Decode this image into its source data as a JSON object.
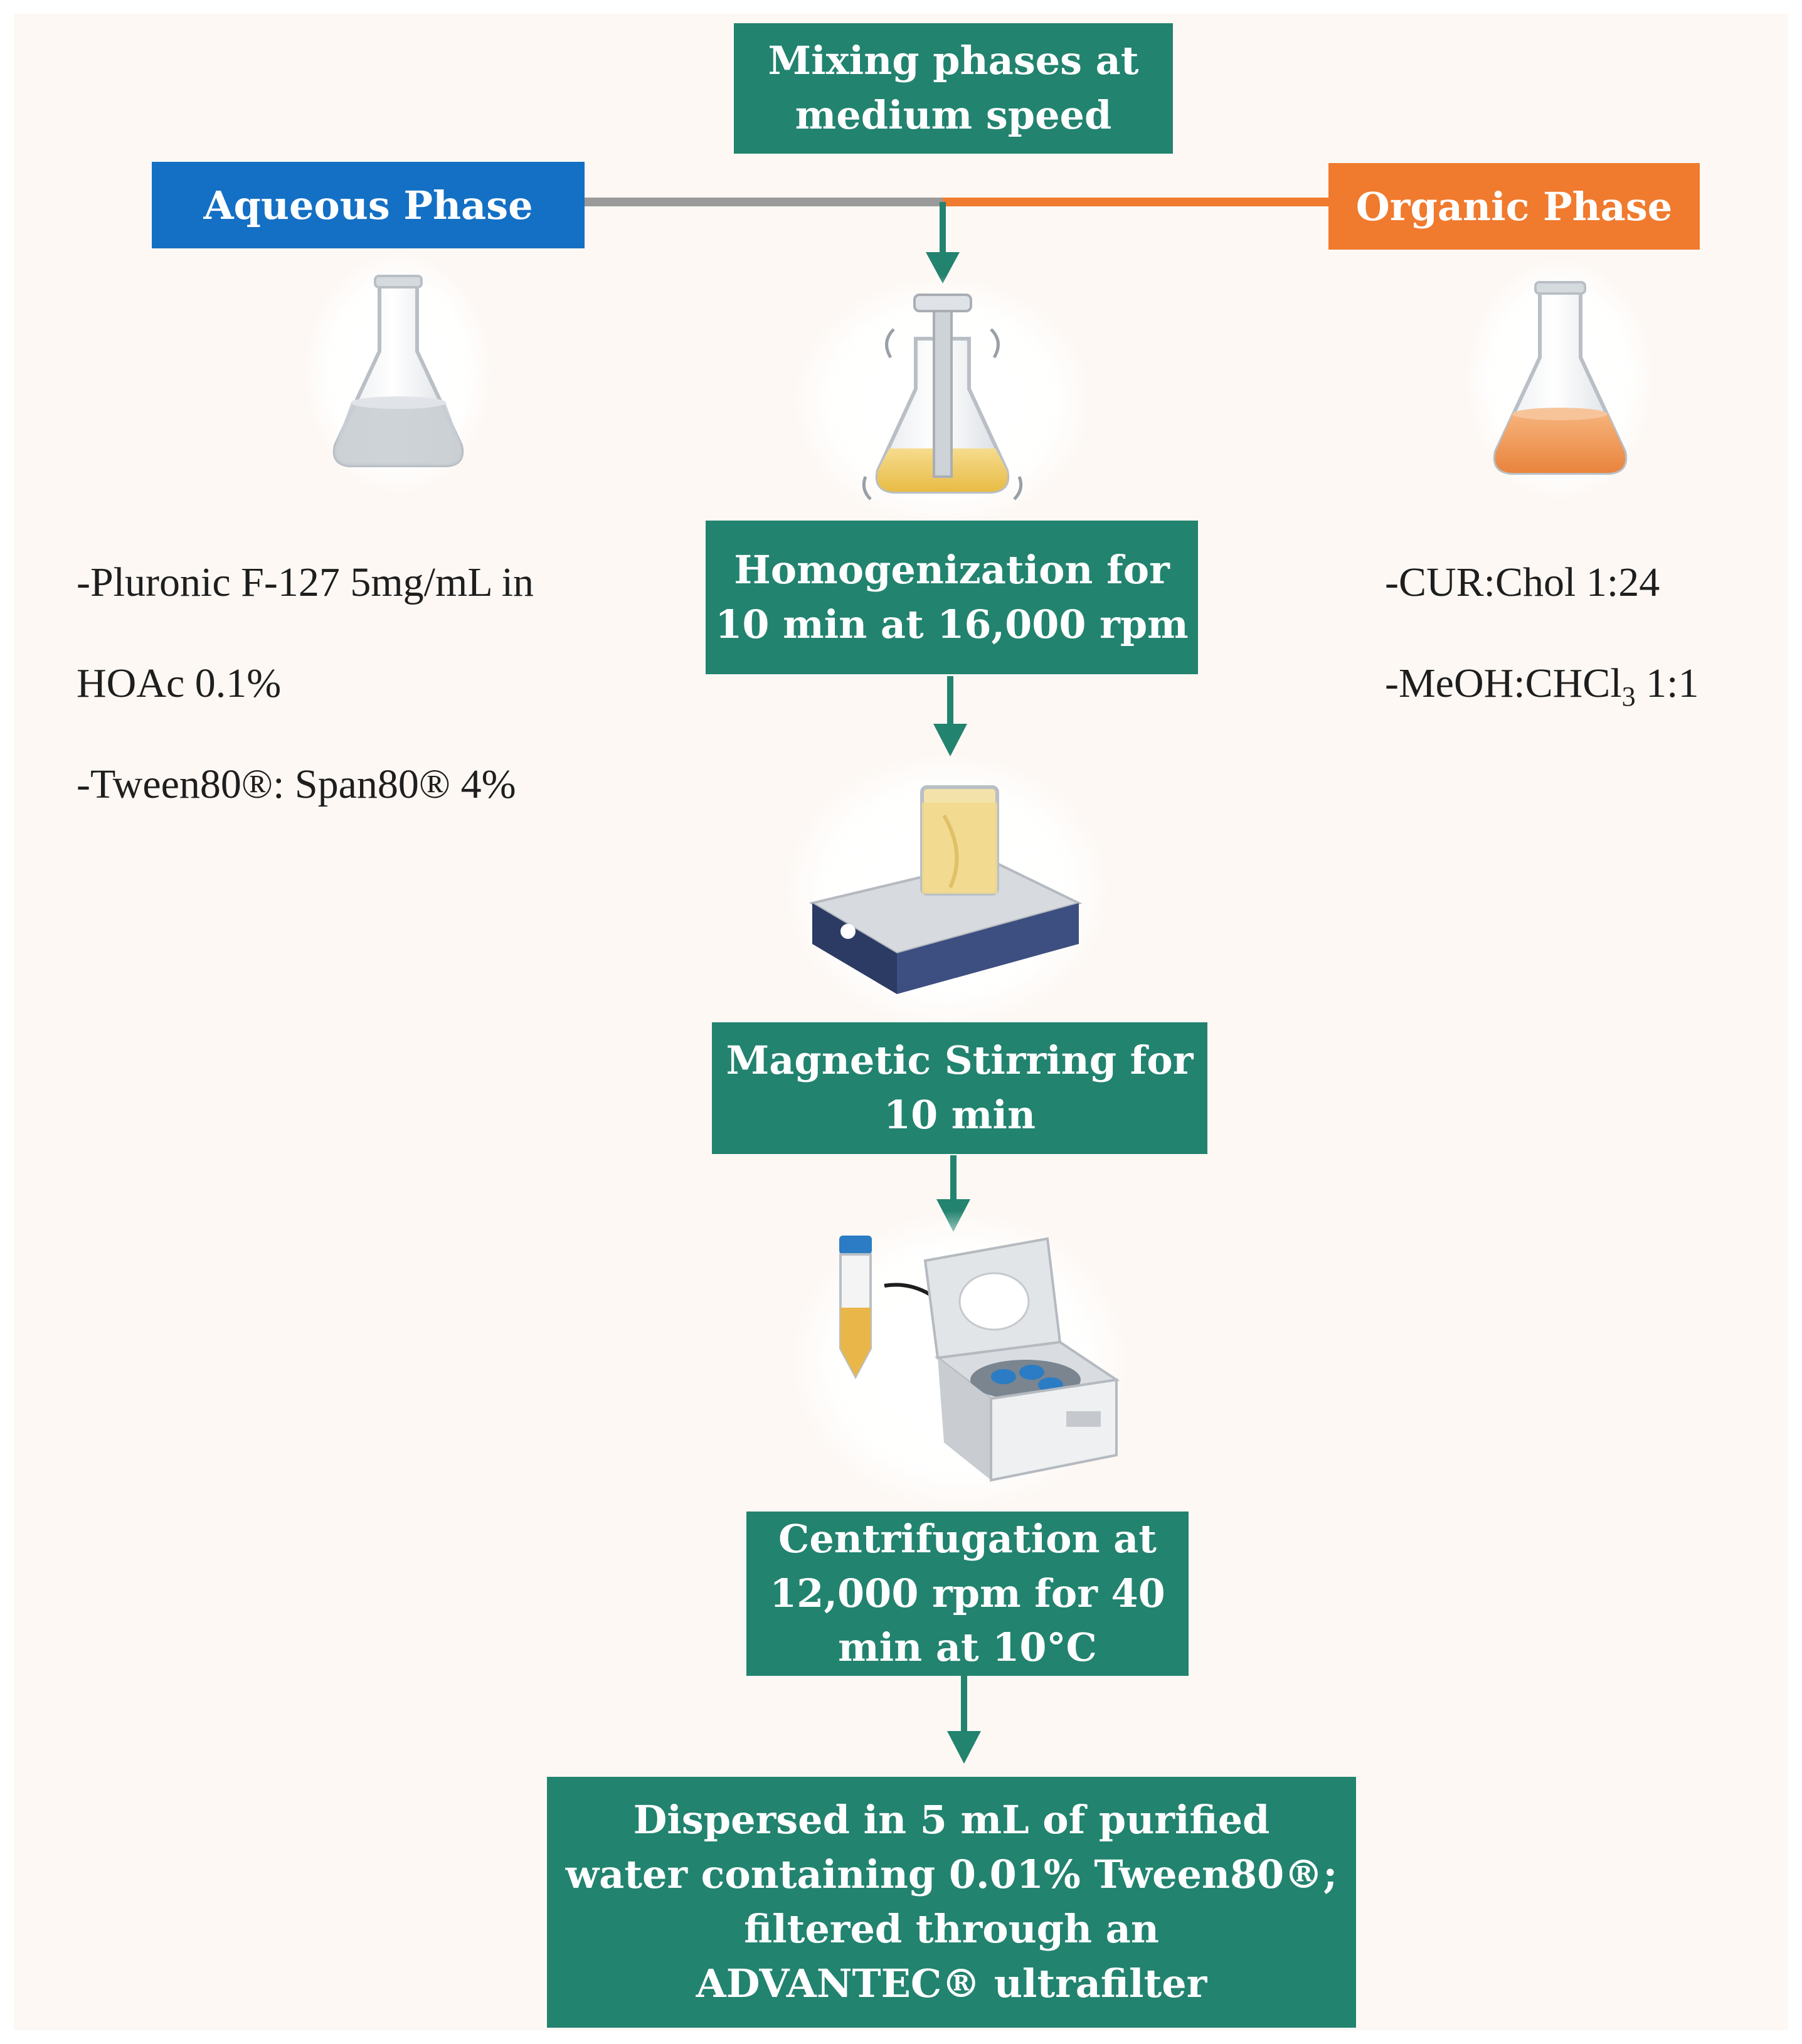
{
  "phases": {
    "aqueous": {
      "title": "Aqueous Phase",
      "lines": [
        "-Pluronic F-127 5mg/mL in",
        "HOAc 0.1%",
        "-Tween80®: Span80® 4%"
      ]
    },
    "organic": {
      "title": "Organic Phase",
      "line1": "-CUR:Chol 1:24",
      "line2_prefix": "-MeOH:CHCl",
      "line2_sub": "3",
      "line2_suffix": " 1:1"
    }
  },
  "steps": {
    "mixing": "Mixing phases at\nmedium speed",
    "homogenization": "Homogenization for\n10 min at 16,000 rpm",
    "stirring": "Magnetic Stirring for\n10 min",
    "centrifugation": "Centrifugation at\n12,000 rpm for 40\nmin at 10°C",
    "final": "Dispersed in 5 mL of purified\nwater containing 0.01% Tween80®;\nfiltered through an\nADVANTEC® ultrafilter"
  },
  "icons": {
    "aqueous_flask": "erlenmeyer-flask-clear-icon",
    "homogenizer": "homogenizer-flask-icon",
    "organic_flask": "erlenmeyer-flask-orange-icon",
    "stirrer": "magnetic-stirrer-icon",
    "centrifuge": "centrifuge-icon"
  },
  "colors": {
    "step_box": "#22836f",
    "aqueous": "#1470c4",
    "organic": "#f07a2e",
    "background": "#fdf8f4"
  }
}
